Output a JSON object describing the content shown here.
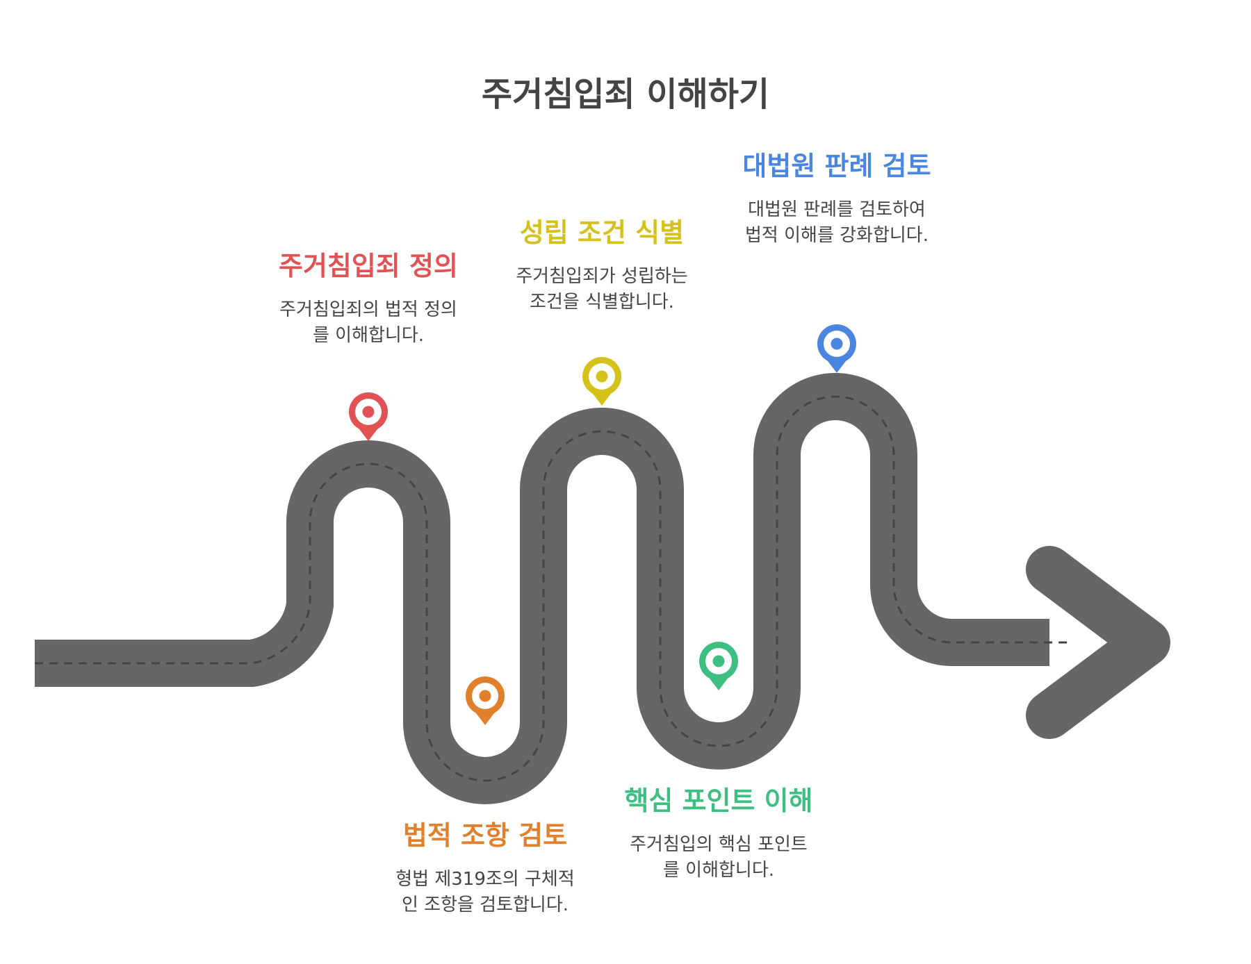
{
  "title": "주거침입죄 이해하기",
  "steps": [
    {
      "title": "주거침입죄 정의",
      "description": "주거침입죄의 법적 정의를 이해합니다.",
      "color": "#E05254",
      "icon": "map-pin-icon"
    },
    {
      "title": "법적 조항 검토",
      "description": "형법 제319조의 구체적인 조항을 검토합니다.",
      "color": "#E07F2C",
      "icon": "map-pin-icon"
    },
    {
      "title": "성립 조건 식별",
      "description": "주거침입죄가 성립하는 조건을 식별합니다.",
      "color": "#D4C11A",
      "icon": "map-pin-icon"
    },
    {
      "title": "핵심 포인트 이해",
      "description": "주거침입의 핵심 포인트를 이해합니다.",
      "color": "#3CBF80",
      "icon": "map-pin-icon"
    },
    {
      "title": "대법원 판례 검토",
      "description": "대법원 판례를 검토하여 법적 이해를 강화합니다.",
      "color": "#4A86E0",
      "icon": "map-pin-icon"
    }
  ],
  "road_color": "#666666",
  "lane_marking_color": "#444444"
}
